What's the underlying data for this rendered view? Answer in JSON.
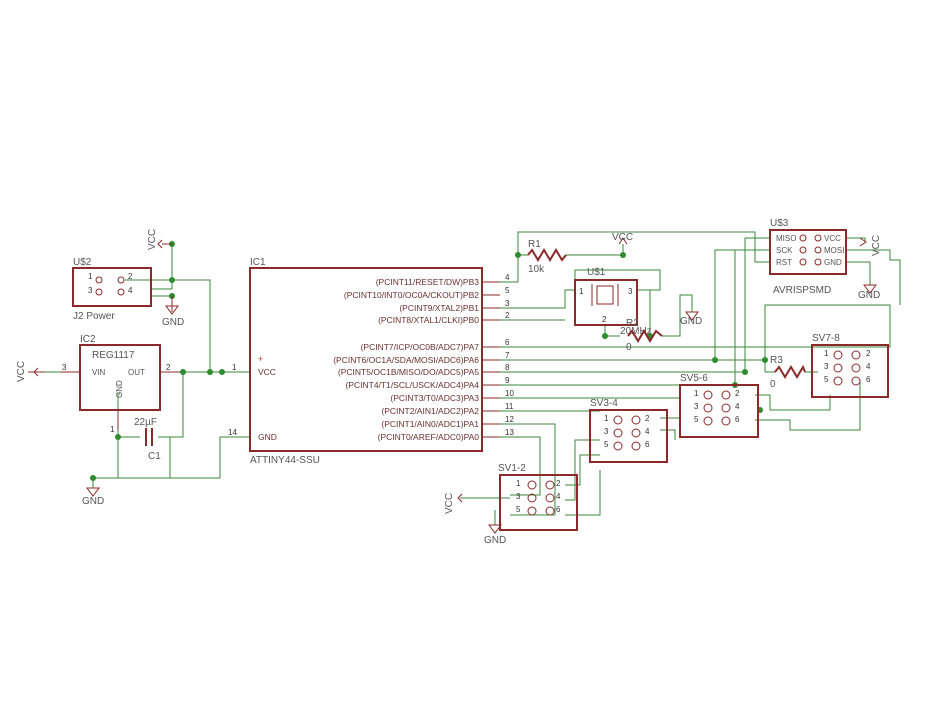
{
  "parts": {
    "u2": {
      "name": "U$2",
      "value": "J2 Power",
      "pins": [
        "1",
        "2",
        "3",
        "4"
      ]
    },
    "ic2": {
      "name": "IC2",
      "value": "REG1117",
      "vin": "VIN",
      "vout": "OUT",
      "gnd": "GND",
      "pin_in": "3",
      "pin_out": "2",
      "pin_gnd": "1"
    },
    "c1": {
      "name": "C1",
      "value": "22µF"
    },
    "ic1": {
      "name": "IC1",
      "value": "ATTINY44-SSU",
      "vcc": "VCC",
      "gnd": "GND",
      "plus": "+",
      "pin_vcc": "1",
      "pin_gnd": "14",
      "pins": [
        {
          "label": "(PCINT11/RESET/DW)PB3",
          "num": "4"
        },
        {
          "label": "(PCINT10/INT0/OC0A/CKOUT)PB2",
          "num": "5"
        },
        {
          "label": "(PCINT9/XTAL2)PB1",
          "num": "3"
        },
        {
          "label": "(PCINT8/XTAL1/CLKI)PB0",
          "num": "2"
        },
        {
          "label": "(PCINT7/ICP/OC0B/ADC7)PA7",
          "num": "6"
        },
        {
          "label": "(PCINT6/OC1A/SDA/MOSI/ADC6)PA6",
          "num": "7"
        },
        {
          "label": "(PCINT5/OC1B/MISO/DO/ADC5)PA5",
          "num": "8"
        },
        {
          "label": "(PCINT4/T1/SCL/USCK/ADC4)PA4",
          "num": "9"
        },
        {
          "label": "(PCINT3/T0/ADC3)PA3",
          "num": "10"
        },
        {
          "label": "(PCINT2/AIN1/ADC2)PA2",
          "num": "11"
        },
        {
          "label": "(PCINT1/AIN0/ADC1)PA1",
          "num": "12"
        },
        {
          "label": "(PCINT0/AREF/ADC0)PA0",
          "num": "13"
        }
      ]
    },
    "r1": {
      "name": "R1",
      "value": "10k"
    },
    "u1": {
      "name": "U$1",
      "value": "20MHz",
      "pin_left": "1",
      "pin_right": "3",
      "pin_gnd": "2"
    },
    "r2": {
      "name": "R2",
      "value": "0"
    },
    "r3": {
      "name": "R3",
      "value": "0"
    },
    "u3": {
      "name": "U$3",
      "value": "AVRISPSMD",
      "left_pins": [
        "MISO",
        "SCK",
        "RST"
      ],
      "right_pins": [
        "VCC",
        "MOSI",
        "GND"
      ]
    },
    "sv12": {
      "name": "SV1-2",
      "pins": [
        "1",
        "2",
        "3",
        "4",
        "5",
        "6"
      ]
    },
    "sv34": {
      "name": "SV3-4",
      "pins": [
        "1",
        "2",
        "3",
        "4",
        "5",
        "6"
      ]
    },
    "sv56": {
      "name": "SV5-6",
      "pins": [
        "1",
        "2",
        "3",
        "4",
        "5",
        "6"
      ]
    },
    "sv78": {
      "name": "SV7-8",
      "pins": [
        "1",
        "2",
        "3",
        "4",
        "5",
        "6"
      ]
    }
  },
  "supplies": {
    "vcc": "VCC",
    "gnd": "GND"
  }
}
